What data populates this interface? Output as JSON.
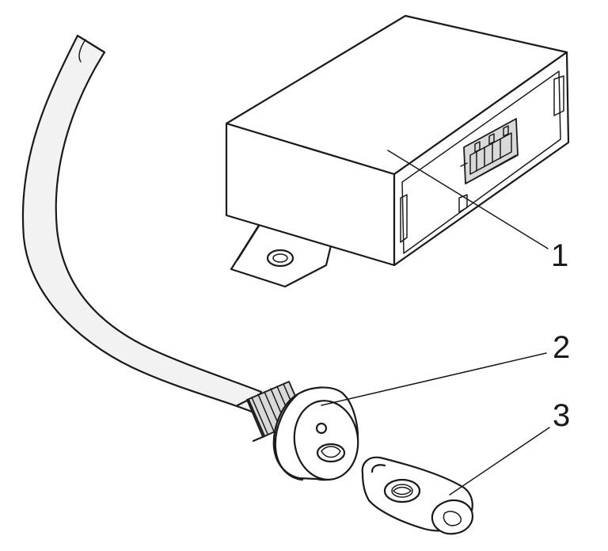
{
  "callouts": [
    {
      "label": "1",
      "part": "control-unit-box"
    },
    {
      "label": "2",
      "part": "reader-button"
    },
    {
      "label": "3",
      "part": "key-fob"
    }
  ],
  "colors": {
    "line": "#1a1a1a",
    "background": "#ffffff",
    "shade_light": "#f2f2f2",
    "shade_dark": "#d9d9d9"
  }
}
